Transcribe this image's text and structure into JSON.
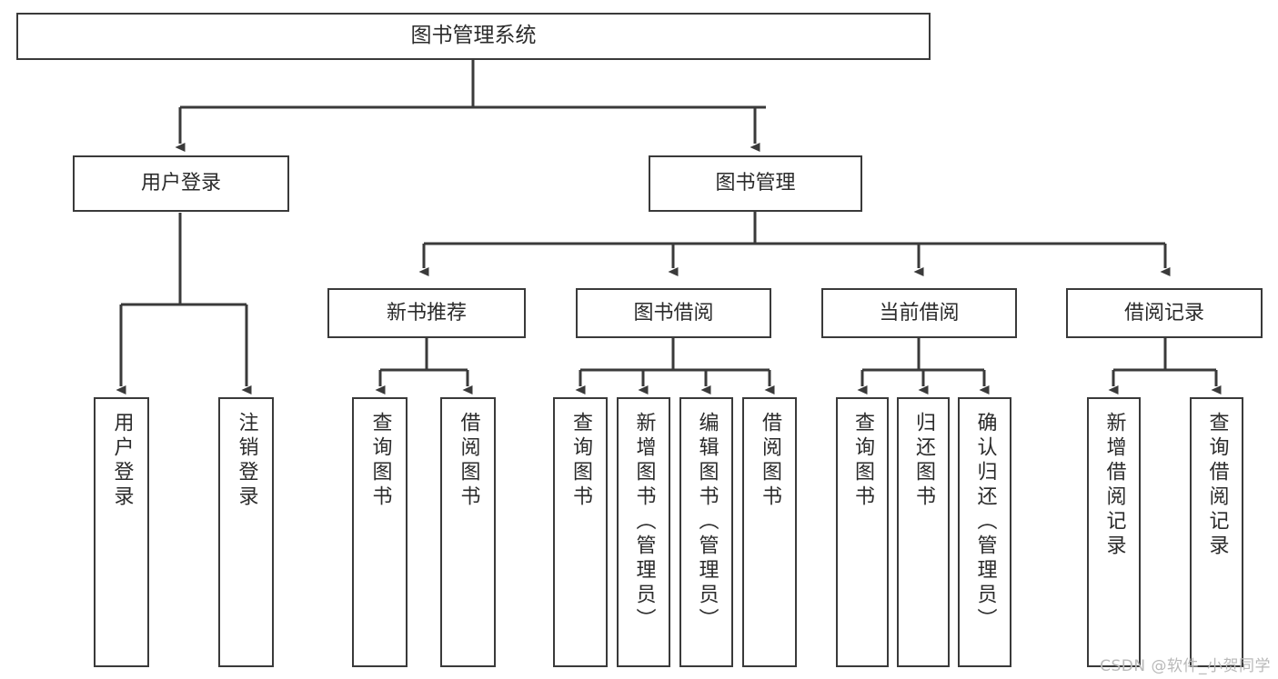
{
  "diagram": {
    "title": "图书管理系统",
    "type": "tree-hierarchy-diagram",
    "orientation": "top-down",
    "colors": {
      "background": "#ffffff",
      "node_border": "#3a3a3a",
      "node_fill": "#ffffff",
      "text": "#2b2b2b",
      "edge": "#3a3a3a",
      "watermark": "#b9b9b9"
    }
  },
  "nodes": {
    "root": {
      "id": "root",
      "label": "图书管理系统",
      "level": 1
    },
    "level2": [
      {
        "id": "user-login",
        "label": "用户登录",
        "level": 2
      },
      {
        "id": "book-management",
        "label": "图书管理",
        "level": 2
      }
    ],
    "level3": [
      {
        "id": "new-book-recommend",
        "label": "新书推荐",
        "level": 3,
        "parent": "book-management"
      },
      {
        "id": "book-borrow",
        "label": "图书借阅",
        "level": 3,
        "parent": "book-management"
      },
      {
        "id": "current-borrow",
        "label": "当前借阅",
        "level": 3,
        "parent": "book-management"
      },
      {
        "id": "borrow-record",
        "label": "借阅记录",
        "level": 3,
        "parent": "book-management"
      }
    ],
    "leaves": [
      {
        "id": "leaf-user-login",
        "label": "用户登录",
        "parent": "user-login"
      },
      {
        "id": "leaf-logout-login",
        "label": "注销登录",
        "parent": "user-login"
      },
      {
        "id": "leaf-query-book-1",
        "label": "查询图书",
        "parent": "new-book-recommend"
      },
      {
        "id": "leaf-borrow-book-1",
        "label": "借阅图书",
        "parent": "new-book-recommend"
      },
      {
        "id": "leaf-query-book-2",
        "label": "查询图书",
        "parent": "book-borrow"
      },
      {
        "id": "leaf-add-book",
        "label": "新增图书（管理员）",
        "parent": "book-borrow"
      },
      {
        "id": "leaf-edit-book",
        "label": "编辑图书（管理员）",
        "parent": "book-borrow"
      },
      {
        "id": "leaf-borrow-book-2",
        "label": "借阅图书",
        "parent": "book-borrow"
      },
      {
        "id": "leaf-query-book-3",
        "label": "查询图书",
        "parent": "current-borrow"
      },
      {
        "id": "leaf-return-book",
        "label": "归还图书",
        "parent": "current-borrow"
      },
      {
        "id": "leaf-confirm-return",
        "label": "确认归还（管理员）",
        "parent": "current-borrow"
      },
      {
        "id": "leaf-add-borrow-record",
        "label": "新增借阅记录",
        "parent": "borrow-record"
      },
      {
        "id": "leaf-query-borrow-record",
        "label": "查询借阅记录",
        "parent": "borrow-record"
      }
    ]
  },
  "watermark": {
    "text": "CSDN @软件_小贺同学"
  }
}
